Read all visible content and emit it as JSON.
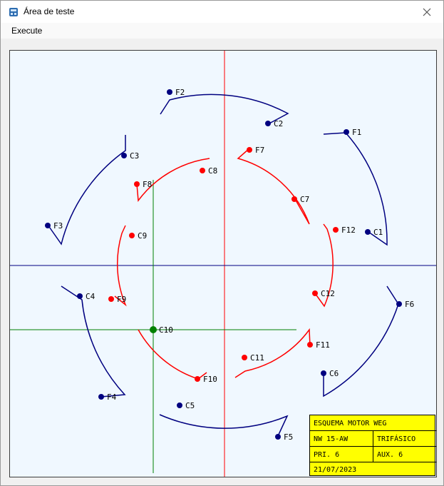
{
  "window": {
    "title": "Área de teste",
    "icon": "app-window-icon",
    "close_icon": "close-icon"
  },
  "menu": {
    "items": [
      {
        "label": "Execute"
      }
    ]
  },
  "diagram": {
    "colors": {
      "outer": "#000080",
      "inner": "#ff0000",
      "highlight": "#008000",
      "axis_red": "#ff0000",
      "axis_blue": "#000080",
      "axis_green": "#008000"
    },
    "outer_points": [
      {
        "label": "F1"
      },
      {
        "label": "C1"
      },
      {
        "label": "F2"
      },
      {
        "label": "C2"
      },
      {
        "label": "F3"
      },
      {
        "label": "C3"
      },
      {
        "label": "F4"
      },
      {
        "label": "C4"
      },
      {
        "label": "F5"
      },
      {
        "label": "C5"
      },
      {
        "label": "F6"
      },
      {
        "label": "C6"
      }
    ],
    "inner_points": [
      {
        "label": "F7"
      },
      {
        "label": "C7"
      },
      {
        "label": "F8"
      },
      {
        "label": "C8"
      },
      {
        "label": "F9"
      },
      {
        "label": "C9"
      },
      {
        "label": "F10"
      },
      {
        "label": "C10"
      },
      {
        "label": "F11"
      },
      {
        "label": "C11"
      },
      {
        "label": "F12"
      },
      {
        "label": "C12"
      }
    ],
    "highlighted_point": "C10"
  },
  "info_box": {
    "title": "ESQUEMA MOTOR WEG",
    "model": "NW 15-AW",
    "phase": "TRIFÁSICO",
    "primary": "PRI. 6",
    "auxiliary": "AUX. 6",
    "date": "21/07/2023"
  }
}
